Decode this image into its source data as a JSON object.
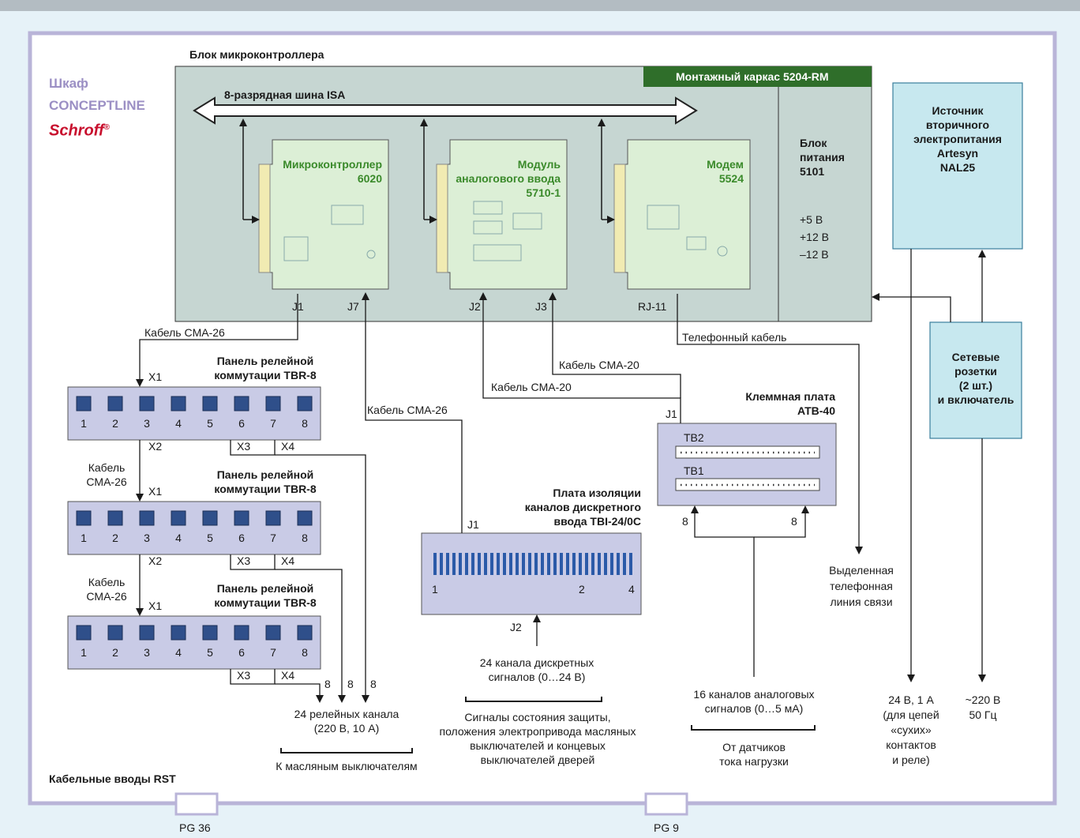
{
  "cabinet": {
    "line1": "Шкаф",
    "line2": "CONCEPTLINE",
    "brand": "Schroff",
    "reg": "®"
  },
  "mc_block": {
    "title": "Блок микроконтроллера",
    "frame_label": "Монтажный каркас 5204-RM",
    "bus_label": "8-разрядная шина ISA"
  },
  "modules": {
    "mcu": {
      "line1": "Микроконтроллер",
      "line2": "6020"
    },
    "adc": {
      "line1": "Модуль",
      "line2": "аналогового ввода",
      "line3": "5710-1"
    },
    "modem": {
      "line1": "Модем",
      "line2": "5524"
    }
  },
  "connectors": {
    "j1": "J1",
    "j7": "J7",
    "j2": "J2",
    "j3": "J3",
    "rj11": "RJ-11"
  },
  "psu_5101": {
    "line1": "Блок",
    "line2": "питания",
    "line3": "5101",
    "v1": "+5 В",
    "v2": "+12 В",
    "v3": "–12 В"
  },
  "psu_ext": {
    "line1": "Источник",
    "line2": "вторичного",
    "line3": "электропитания",
    "line4": "Artesyn",
    "line5": "NAL25"
  },
  "sockets": {
    "line1": "Сетевые",
    "line2": "розетки",
    "line3": "(2 шт.)",
    "line4": "и включатель"
  },
  "cables": {
    "cma26": "Кабель CMA-26",
    "kabel": "Кабель",
    "cma26_short": "CMA-26",
    "cma20": "Кабель CMA-20",
    "phone": "Телефонный кабель"
  },
  "relay_panel": {
    "line1": "Панель релейной",
    "line2": "коммутации TBR-8",
    "numbers": [
      "1",
      "2",
      "3",
      "4",
      "5",
      "6",
      "7",
      "8"
    ],
    "x1": "X1",
    "x2": "X2",
    "x3": "X3",
    "x4": "X4"
  },
  "tbi": {
    "line1": "Плата изоляции",
    "line2": "каналов дискретного",
    "line3": "ввода TBI-24/0C",
    "j1": "J1",
    "j2": "J2",
    "n1": "1",
    "n2": "2",
    "n4": "4"
  },
  "atb": {
    "line1": "Клеммная плата",
    "line2": "ATB-40",
    "j1": "J1",
    "tb2": "TB2",
    "tb1": "TB1",
    "n8": "8"
  },
  "relay_out": {
    "eight": "8",
    "line1": "24 релейных канала",
    "line2": "(220 В, 10 А)",
    "dest": "К масляным выключателям"
  },
  "discrete": {
    "line1": "24 канала дискретных",
    "line2": "сигналов (0…24 В)",
    "desc1": "Сигналы состояния защиты,",
    "desc2": "положения электропривода масляных",
    "desc3": "выключателей и концевых",
    "desc4": "выключателей дверей"
  },
  "analog": {
    "line1": "16 каналов аналоговых",
    "line2": "сигналов (0…5 мА)",
    "src1": "От датчиков",
    "src2": "тока нагрузки"
  },
  "phone_line": {
    "line1": "Выделенная",
    "line2": "телефонная",
    "line3": "линия связи"
  },
  "dc_out": {
    "line1": "24 В, 1 А",
    "line2": "(для цепей",
    "line3": "«сухих»",
    "line4": "контактов",
    "line5": "и реле)"
  },
  "ac_in": {
    "line1": "~220 В",
    "line2": "50 Гц"
  },
  "entries": {
    "title": "Кабельные вводы RST",
    "pg36": "PG 36",
    "pg9": "PG 9"
  },
  "colors": {
    "frame": "#b9b4d8",
    "block": "#c6d6d2",
    "module": "#dcefd6",
    "panel": "#c9cbe6",
    "accent": "#3a8a2a",
    "brand": "#c8102e",
    "cyan": "#c7e8ef",
    "led": "#2f4f8a"
  }
}
